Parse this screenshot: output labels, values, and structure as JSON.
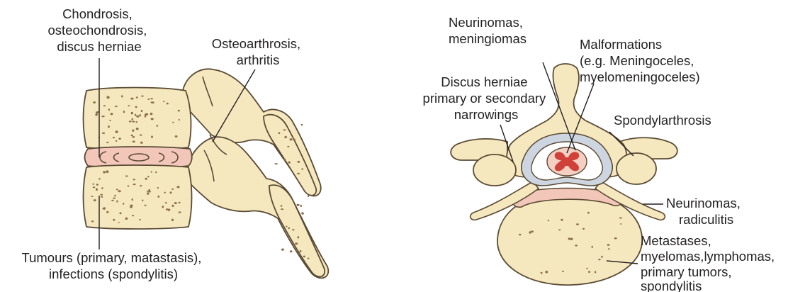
{
  "figure": {
    "colors": {
      "bone_fill": "#f6e8be",
      "bone_outline": "#5a4a35",
      "pore": "#8a7048",
      "disc_fill": "#f2c6b8",
      "spinal_cord_red": "#d0413a",
      "dura": "#cdd6e0",
      "leader_line": "#231f20"
    },
    "left_view": {
      "labels": [
        [
          "Chondrosis,",
          "osteochondrosis,",
          "discus herniae"
        ],
        [
          "Osteoarthrosis,",
          "arthritis"
        ],
        [
          "Tumours (primary, matastasis),",
          "infections (spondylitis)"
        ]
      ]
    },
    "right_view": {
      "labels": [
        [
          "Neurinomas,",
          "meningiomas"
        ],
        [
          "Malformations",
          "(e.g. Meningoceles,",
          "myelomeningoceles)"
        ],
        [
          "Discus herniae",
          "primary or secondary",
          "narrowings"
        ],
        [
          "Spondylarthrosis"
        ],
        [
          "Neurinomas,",
          "radiculitis"
        ],
        [
          "Metastases,",
          "myelomas,lymphomas,",
          "primary tumors,",
          "spondylitis"
        ]
      ]
    }
  }
}
